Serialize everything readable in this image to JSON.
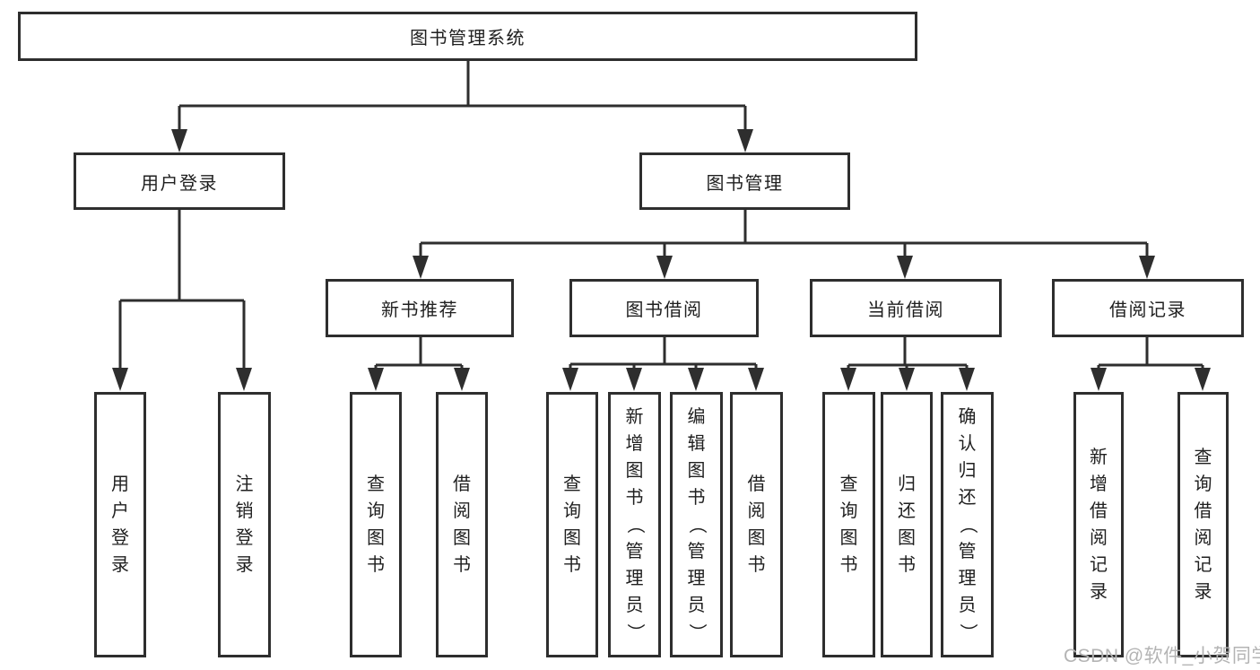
{
  "diagram": {
    "root_label": "图书管理系统",
    "level2": [
      {
        "label": "用户登录"
      },
      {
        "label": "图书管理"
      }
    ],
    "level3": [
      {
        "label": "新书推荐"
      },
      {
        "label": "图书借阅"
      },
      {
        "label": "当前借阅"
      },
      {
        "label": "借阅记录"
      }
    ],
    "leaves": [
      "用户登录",
      "注销登录",
      "查询图书",
      "借阅图书",
      "查询图书",
      "新增图书（管理员）",
      "编辑图书（管理员）",
      "借阅图书",
      "查询图书",
      "归还图书",
      "确认归还（管理员）",
      "新增借阅记录",
      "查询借阅记录"
    ],
    "watermark": "CSDN @软件_小贺同学",
    "colors": {
      "line": "#2e2e2e",
      "text": "#1f1f1f",
      "watermark": "#b4b4b4",
      "background": "#ffffff"
    }
  }
}
